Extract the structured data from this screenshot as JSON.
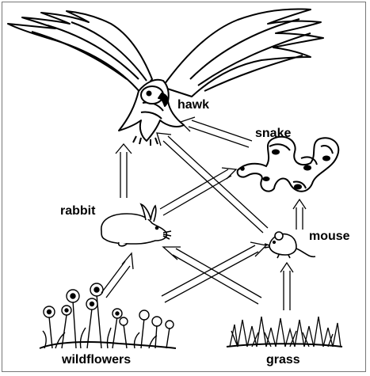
{
  "labels": {
    "hawk": "hawk",
    "snake": "snake",
    "rabbit": "rabbit",
    "mouse": "mouse",
    "wildflowers": "wildflowers",
    "grass": "grass"
  },
  "food_web": [
    {
      "from": "wildflowers",
      "to": "rabbit"
    },
    {
      "from": "wildflowers",
      "to": "mouse"
    },
    {
      "from": "grass",
      "to": "rabbit"
    },
    {
      "from": "grass",
      "to": "mouse"
    },
    {
      "from": "rabbit",
      "to": "hawk"
    },
    {
      "from": "rabbit",
      "to": "snake"
    },
    {
      "from": "mouse",
      "to": "hawk"
    },
    {
      "from": "mouse",
      "to": "snake"
    },
    {
      "from": "snake",
      "to": "hawk"
    }
  ],
  "colors": {
    "line": "#000000",
    "background": "#ffffff"
  }
}
